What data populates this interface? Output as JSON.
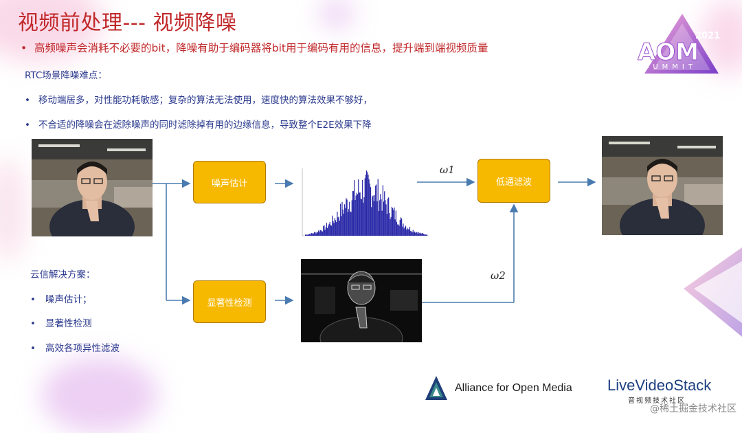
{
  "slide": {
    "title": "视频前处理--- 视频降噪",
    "top_bullet": "高频噪声会消耗不必要的bit，降噪有助于编码器将bit用于编码有用的信息，提升端到端视频质量",
    "bullet_symbol": "•",
    "subheading": "RTC场景降噪难点：",
    "difficulties": [
      "移动端居多，对性能功耗敏感；复杂的算法无法使用，速度快的算法效果不够好，",
      "不合适的降噪会在滤除噪声的同时滤除掉有用的边缘信息，导致整个E2E效果下降"
    ],
    "solution_heading": "云信解决方案：",
    "solution_items": [
      "噪声估计；",
      "显著性检测",
      "高效各项异性滤波"
    ]
  },
  "diagram": {
    "noise_estimation_label": "噪声估计",
    "saliency_label": "显著性检测",
    "filter_label": "低通滤波",
    "omega1": "ω1",
    "omega2": "ω2",
    "accent_color": "#f7b800",
    "arrow_color": "#4a7bb0"
  },
  "footer": {
    "aom_label": "Alliance for Open Media",
    "lvs_brand": "LiveVideoStack",
    "lvs_sub": "音视频技术社区",
    "watermark": "@稀土掘金技术社区"
  },
  "badge": {
    "year": "2021",
    "word": "SUMMIT"
  }
}
